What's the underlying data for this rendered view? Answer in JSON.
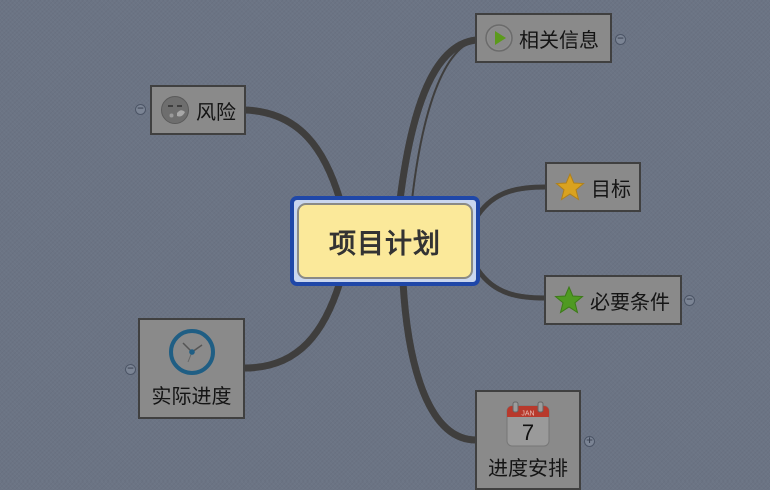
{
  "colors": {
    "background": "#6b7484",
    "connector": "#3f3e3d",
    "node_fill": "#8a8a8a",
    "node_border": "#404040",
    "central_fill": "#fbe99a",
    "central_border": "#1f47a8",
    "toggle_border": "#4c5566"
  },
  "central_topic": {
    "label": "项目计划"
  },
  "branches": [
    {
      "id": "related-info",
      "label": "相关信息",
      "icon": "play-icon",
      "side": "right",
      "toggle": "collapse"
    },
    {
      "id": "goal",
      "label": "目标",
      "icon": "star-orange-icon",
      "side": "right",
      "toggle": null
    },
    {
      "id": "prerequisites",
      "label": "必要条件",
      "icon": "star-green-icon",
      "side": "right",
      "toggle": "collapse"
    },
    {
      "id": "schedule",
      "label": "进度安排",
      "icon": "calendar-icon",
      "icon_month": "JAN",
      "icon_day": "7",
      "side": "right",
      "toggle": "expand"
    },
    {
      "id": "risk",
      "label": "风险",
      "icon": "sad-face-icon",
      "side": "left",
      "toggle": "collapse"
    },
    {
      "id": "actual-progress",
      "label": "实际进度",
      "icon": "clock-icon",
      "side": "left",
      "toggle": "collapse"
    }
  ],
  "toggle_glyphs": {
    "collapse": "−",
    "expand": "+"
  }
}
